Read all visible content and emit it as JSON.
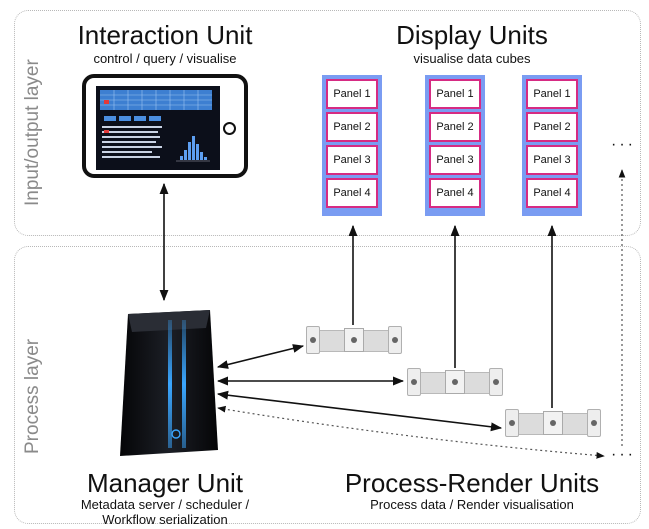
{
  "layers": {
    "io": "Input/output layer",
    "process": "Process layer"
  },
  "interaction_unit": {
    "title": "Interaction Unit",
    "subtitle": "control / query / visualise"
  },
  "display_units": {
    "title": "Display Units",
    "subtitle": "visualise data cubes",
    "columns": [
      {
        "panels": [
          "Panel 1",
          "Panel 2",
          "Panel 3",
          "Panel 4"
        ]
      },
      {
        "panels": [
          "Panel 1",
          "Panel 2",
          "Panel 3",
          "Panel 4"
        ]
      },
      {
        "panels": [
          "Panel 1",
          "Panel 2",
          "Panel 3",
          "Panel 4"
        ]
      }
    ],
    "more": "···"
  },
  "manager_unit": {
    "title": "Manager Unit",
    "subtitle_line1": "Metadata server / scheduler /",
    "subtitle_line2": "Workflow serialization"
  },
  "process_render_units": {
    "title": "Process-Render Units",
    "subtitle": "Process data / Render visualisation",
    "more": "···"
  },
  "colors": {
    "display_frame": "#7a9cf2",
    "panel_border": "#d62b83",
    "server_glow": "#3aa6ff"
  }
}
